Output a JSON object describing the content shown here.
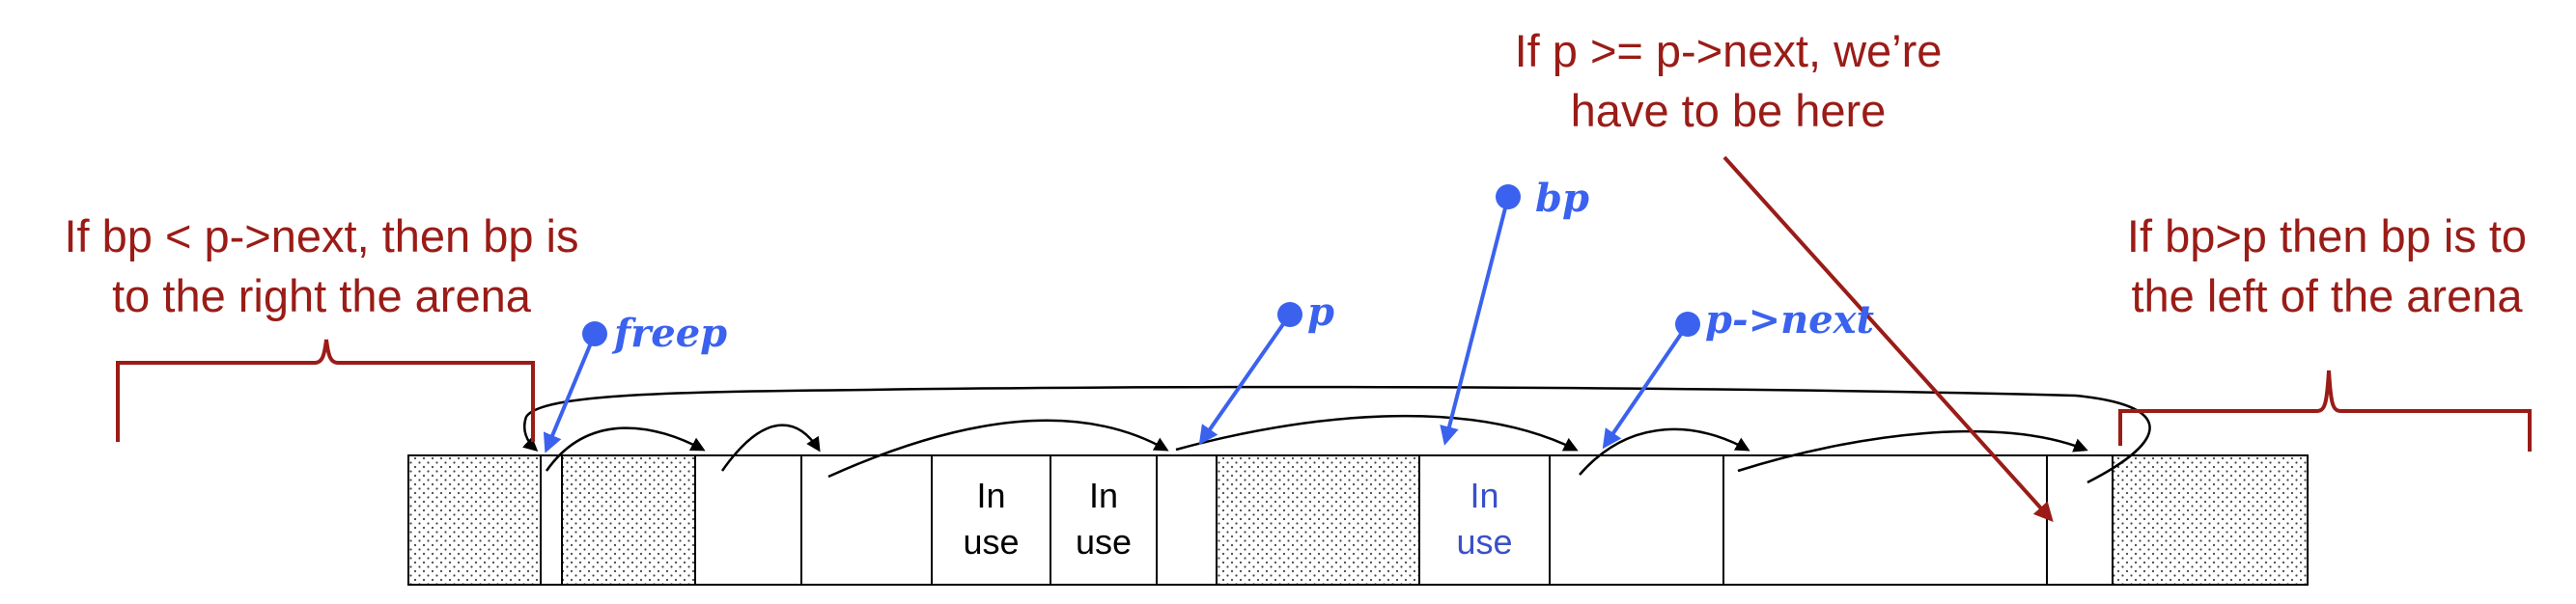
{
  "annotations": {
    "left": [
      "If bp < p->next, then bp is",
      "to the right the arena"
    ],
    "top": [
      "If p >= p->next, we’re",
      "have to be here"
    ],
    "right": [
      "If bp>p then bp is to",
      "the left of the arena"
    ]
  },
  "pointers": {
    "freep": "freep",
    "p": "p",
    "bp": "bp",
    "p_next": "p->next"
  },
  "blocks": {
    "in_use_1": [
      "In",
      "use"
    ],
    "in_use_2": [
      "In",
      "use"
    ],
    "in_use_3": [
      "In",
      "use"
    ]
  },
  "colors": {
    "annotation": "#9a1c17",
    "pointer": "#3b62ee",
    "line": "#000000"
  }
}
